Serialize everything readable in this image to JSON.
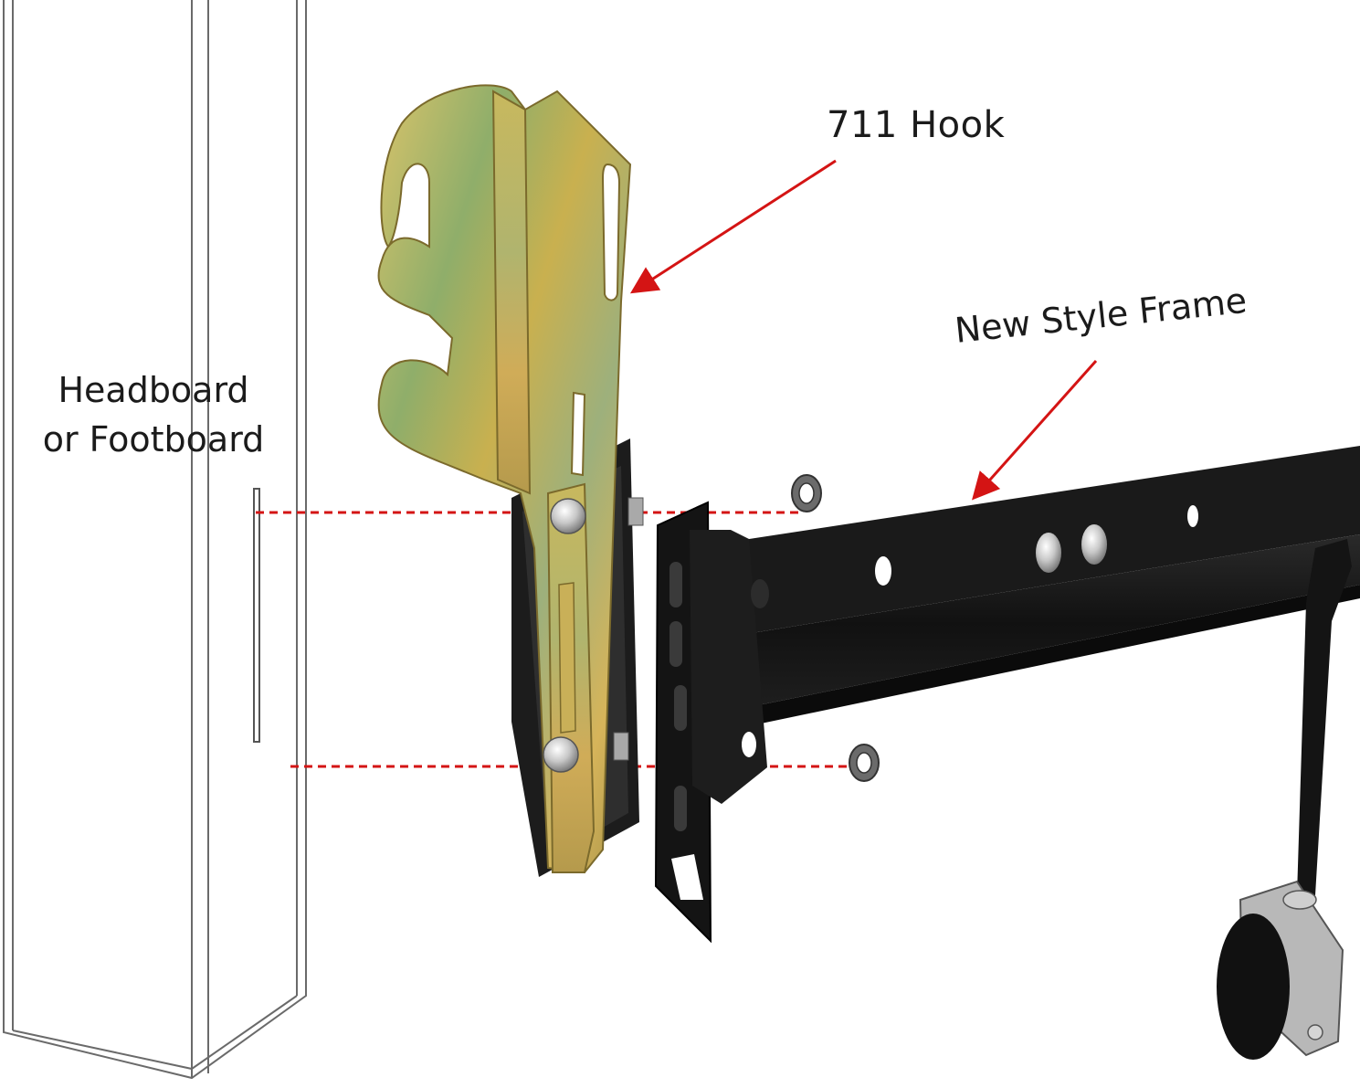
{
  "labels": {
    "hook": "711 Hook",
    "frame": "New Style Frame",
    "post_line1": "Headboard",
    "post_line2": "or Footboard"
  },
  "colors": {
    "arrow": "#d41414",
    "guide_line": "#d41414",
    "frame_steel": "#141414",
    "hook_metal": "#b9a64a",
    "post_outline": "#6a6a6a"
  }
}
